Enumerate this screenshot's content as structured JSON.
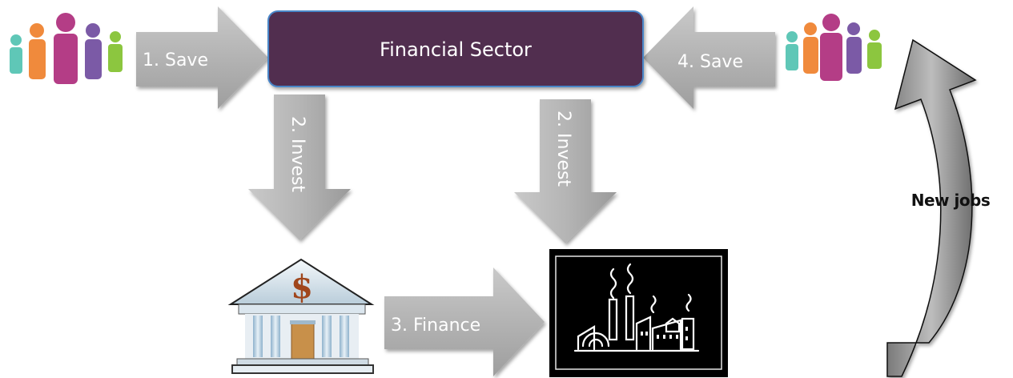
{
  "sector": {
    "label": "Financial Sector"
  },
  "arrows": {
    "save_left": "1. Save",
    "save_right": "4. Save",
    "invest_left": "2. Invest",
    "invest_right": "2. Invest",
    "finance": "3. Finance"
  },
  "new_jobs": "New jobs",
  "bank_symbol": "$",
  "colors": {
    "sector_fill": "#512D50",
    "sector_border": "#4A86C8",
    "arrow_gray": "#B8B8B8",
    "bank_door": "#C8904A",
    "factory_bg": "#000000"
  }
}
